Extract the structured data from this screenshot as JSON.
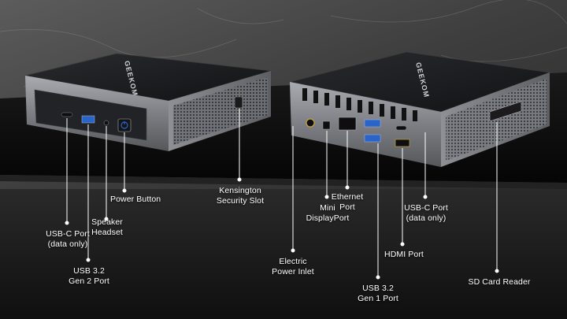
{
  "brand": "GEEKOM",
  "labels": {
    "usb_c_front": "USB-C Port\n(data only)",
    "usb32_gen2": "USB 3.2\nGen 2 Port",
    "speaker_headset": "Speaker\nHeadset",
    "power_button": "Power Button",
    "kensington": "Kensington\nSecurity Slot",
    "electric_inlet": "Electric\nPower Inlet",
    "mini_displayport": "Mini\nDisplayPort",
    "ethernet": "Ethernet\nPort",
    "usb32_gen1": "USB 3.2\nGen 1 Port",
    "hdmi": "HDMI Port",
    "usb_c_rear": "USB-C Port\n(data only)",
    "sd_card": "SD Card Reader"
  },
  "colors": {
    "background_stone": "#4a4a4a",
    "table_dark": "#0d0d0d",
    "chassis_dark": "#1c1c1e",
    "chassis_silver": "#8b8d92",
    "usb_blue": "#2a64c8",
    "callout_white": "#ffffff"
  }
}
